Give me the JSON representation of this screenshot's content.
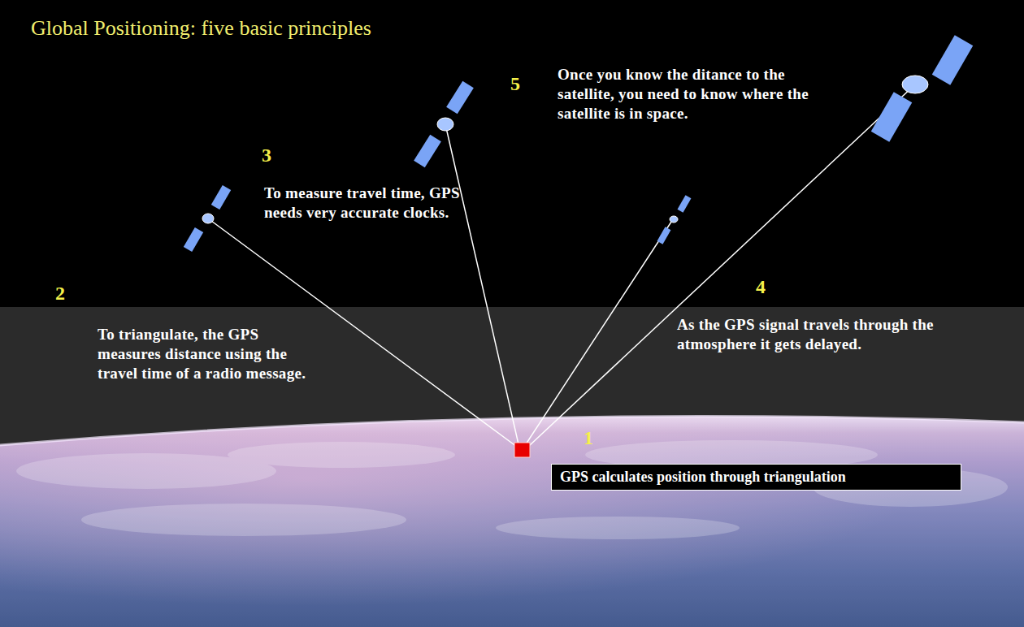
{
  "diagram": {
    "title": "Global Positioning: five basic principles",
    "nodes": [
      {
        "text": [
          "GPS calculates position through triangulation"
        ]
      }
    ],
    "labels": [
      "5",
      "Once you know the ditance to the satellite, you need to know where the satellite is in space.",
      "3",
      "To measure travel time, GPS needs very accurate clocks.",
      "2",
      "To triangulate, the GPS measures distance using the travel time of a radio message.",
      "4",
      "As the GPS signal travels through the atmosphere it gets delayed.",
      "1"
    ]
  }
}
